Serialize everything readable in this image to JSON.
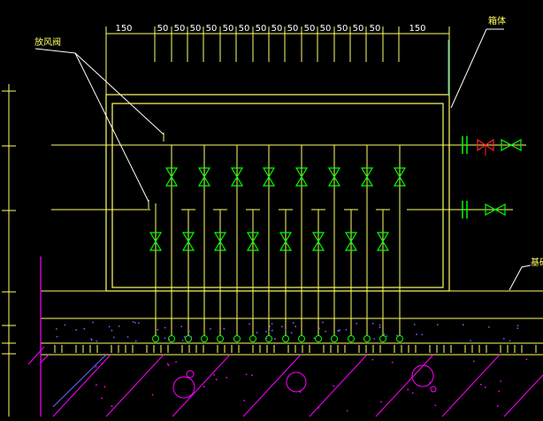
{
  "labels": {
    "left_callout": "放风阀",
    "top_right_callout": "箱体",
    "right_callout": "基础"
  },
  "dimensions": {
    "left_end": "150",
    "spacings": [
      "50",
      "50",
      "50",
      "50",
      "50",
      "50",
      "50",
      "50",
      "50",
      "50",
      "50",
      "50",
      "50",
      "50"
    ],
    "right_end": "150"
  },
  "colors": {
    "background": "#000000",
    "structure": "#ffff66",
    "valve": "#00ff00",
    "dimension_text": "#ffffff",
    "leader": "#ffffff",
    "hatch": "#ff00ff",
    "fill_dots": "#6666ff",
    "cyan_line": "#00cccc",
    "red_valve": "#ff2222"
  }
}
